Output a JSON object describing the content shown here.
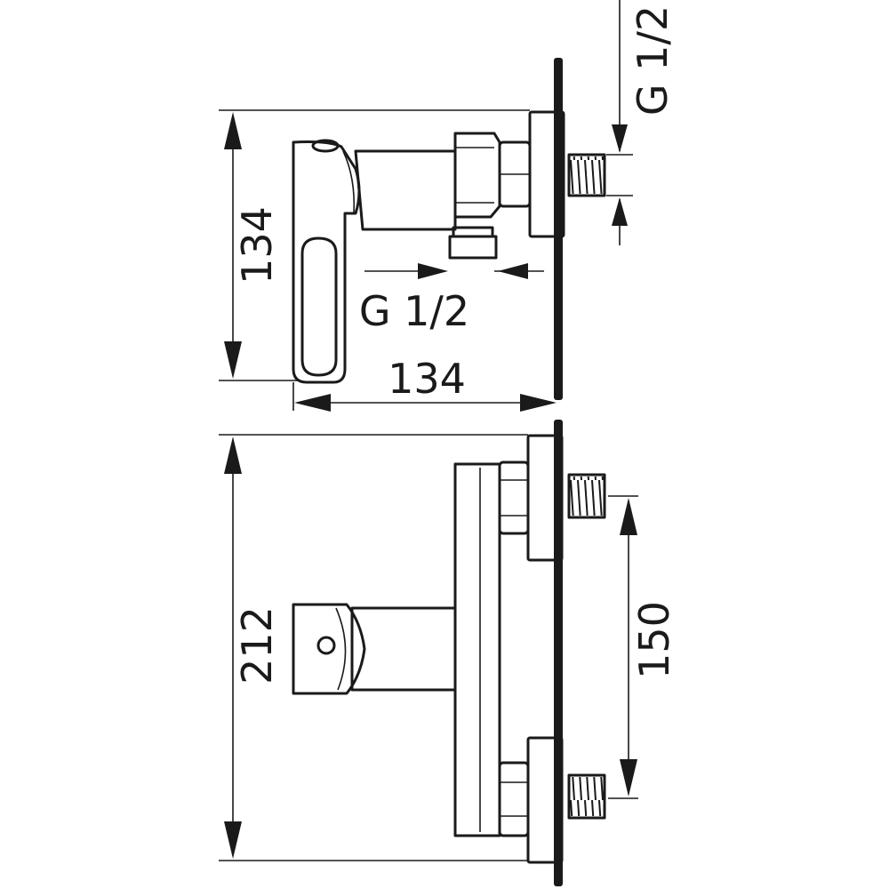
{
  "side_view": {
    "height_label": "134",
    "depth_label": "134",
    "outlet_thread_label": "G 1/2",
    "inlet_thread_label": "G 1/2"
  },
  "front_view": {
    "height_label": "212",
    "inlet_spacing_label": "150"
  },
  "colors": {
    "line": "#1a1a1a",
    "background": "#ffffff"
  }
}
